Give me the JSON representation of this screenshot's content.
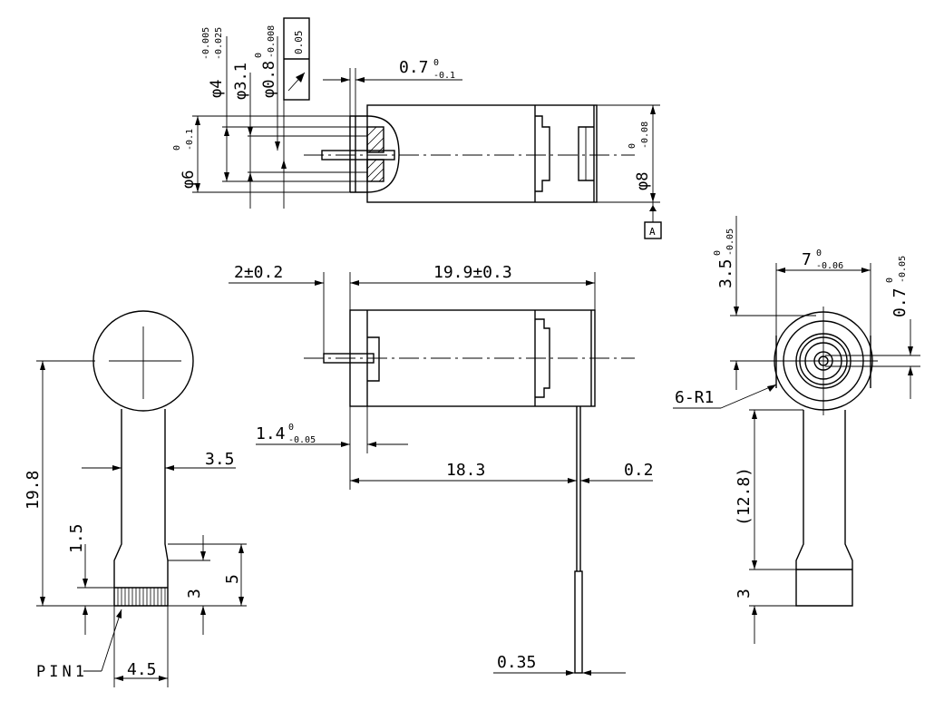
{
  "colors": {
    "ink": "#000000",
    "paper": "#ffffff"
  },
  "dims": {
    "d4_main": "φ4",
    "d4_up": "-0.005",
    "d4_lo": "-0.025",
    "d31": "φ3.1",
    "d08_main": "φ0.8",
    "d08_up": "0",
    "d08_lo": "-0.008",
    "runout_val": "0.05",
    "d6_main": "φ6",
    "d6_up": "0",
    "d6_lo": "-0.1",
    "d07_top_main": "0.7",
    "d07_top_up": "0",
    "d07_top_lo": "-0.1",
    "d8_main": "φ8",
    "d8_up": "0",
    "d8_lo": "-0.08",
    "datum_a": "A",
    "len_199": "19.9±0.3",
    "len_2": "2±0.2",
    "len_14_main": "1.4",
    "len_14_up": "0",
    "len_14_lo": "-0.05",
    "len_183": "18.3",
    "len_02": "0.2",
    "len_035": "0.35",
    "left_198": "19.8",
    "left_35": "3.5",
    "left_15": "1.5",
    "left_3": "3",
    "left_5": "5",
    "left_45": "4.5",
    "pin_label": "PIN1",
    "right_7_main": "7",
    "right_7_up": "0",
    "right_7_lo": "-0.06",
    "right_35_main": "3.5",
    "right_35_up": "0",
    "right_35_lo": "-0.05",
    "right_07_main": "0.7",
    "right_07_up": "0",
    "right_07_lo": "-0.05",
    "right_6r1": "6-R1",
    "right_128": "(12.8)",
    "right_3": "3"
  }
}
